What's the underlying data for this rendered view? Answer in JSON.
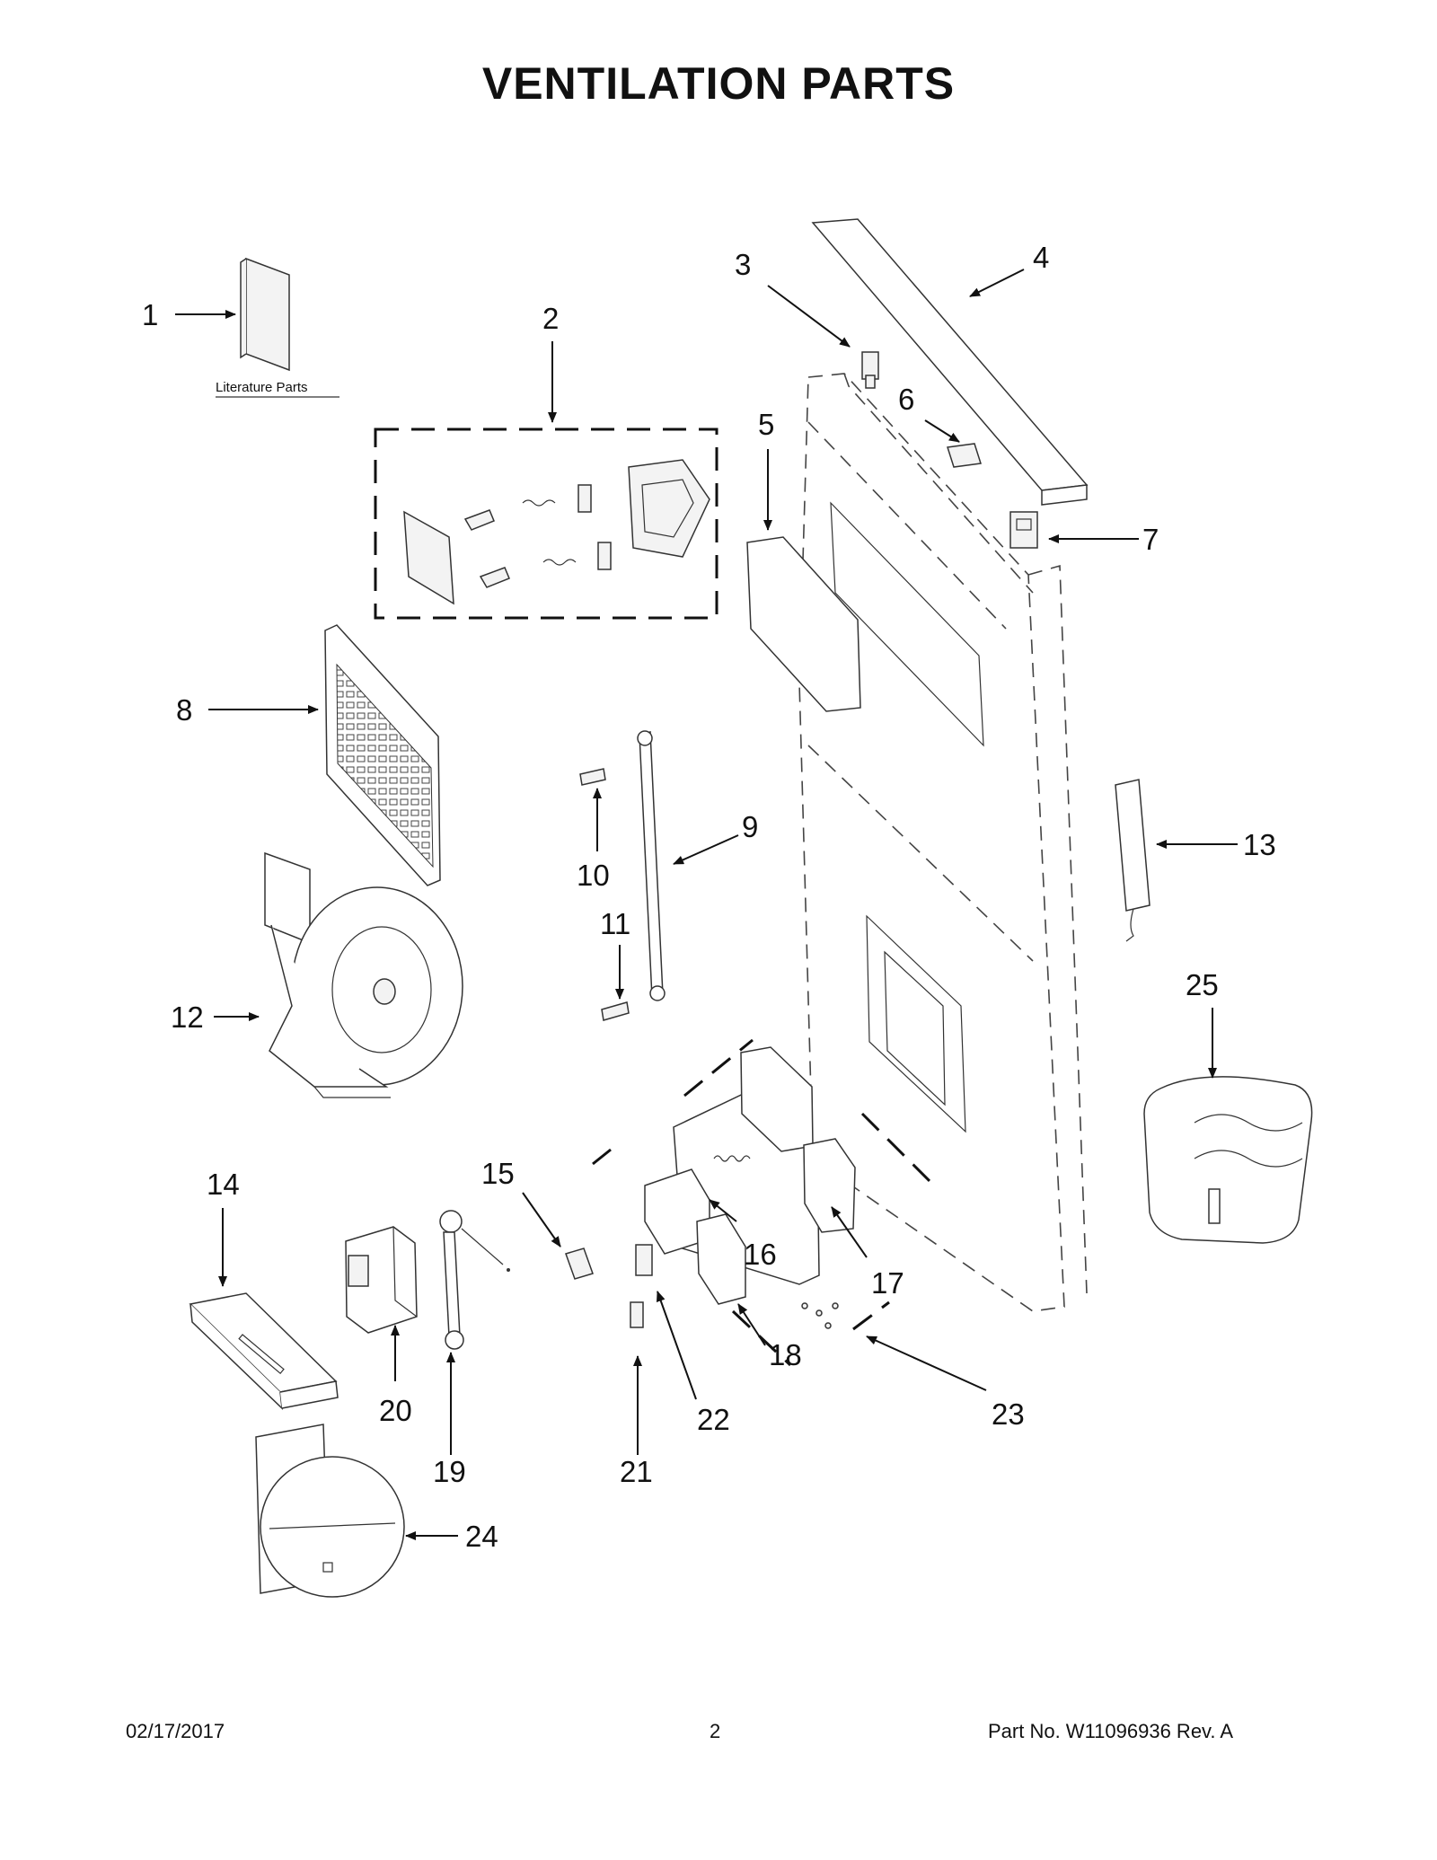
{
  "title": "VENTILATION PARTS",
  "literature_label": "Literature Parts",
  "callouts": [
    "1",
    "2",
    "3",
    "4",
    "5",
    "6",
    "7",
    "8",
    "9",
    "10",
    "11",
    "12",
    "13",
    "14",
    "15",
    "16",
    "17",
    "18",
    "19",
    "20",
    "21",
    "22",
    "23",
    "24",
    "25"
  ],
  "footer": {
    "date": "02/17/2017",
    "page": "2",
    "part_no": "Part No.  W11096936  Rev.  A"
  }
}
